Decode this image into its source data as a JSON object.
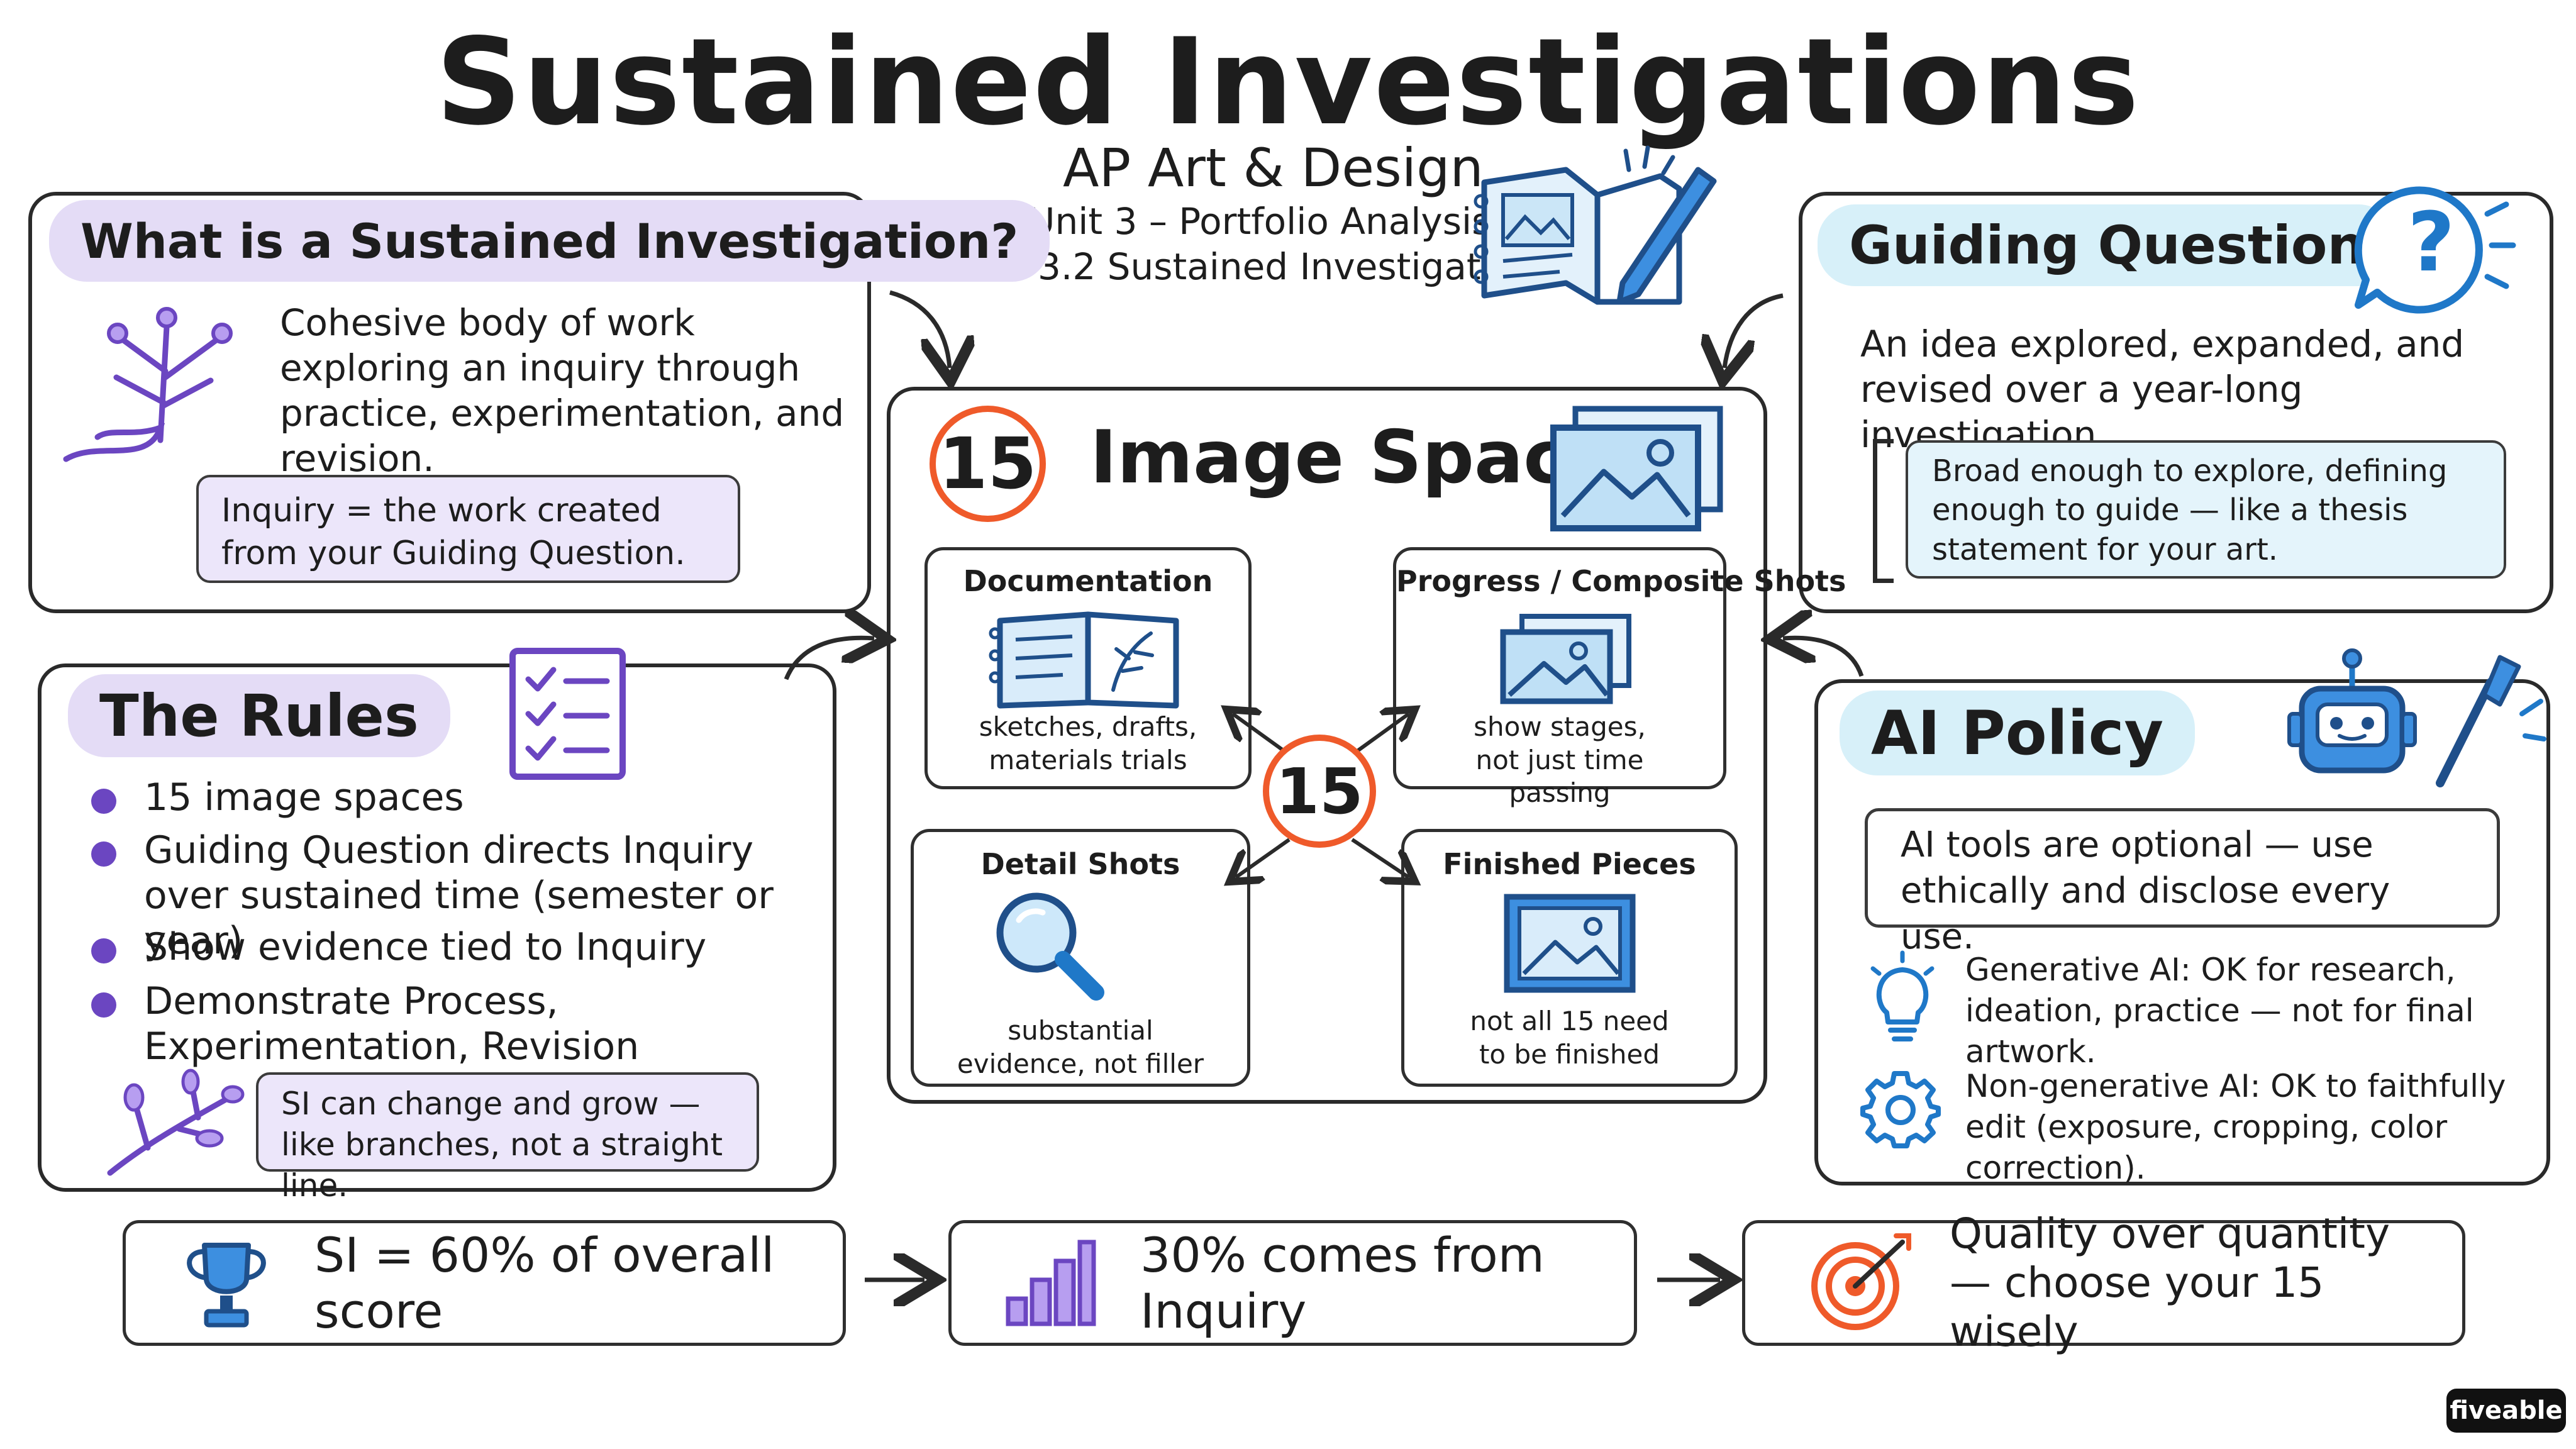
{
  "title": "Sustained Investigations",
  "subtitle": {
    "course": "AP Art & Design",
    "unit": "Unit 3 – Portfolio Analysis",
    "section": "3.2 Sustained Investigations"
  },
  "what_is": {
    "heading": "What is a Sustained Investigation?",
    "description": "Cohesive body of work exploring an inquiry through practice, experimentation, and revision.",
    "note": "Inquiry = the work created from your Guiding Question."
  },
  "guiding_question": {
    "heading": "Guiding Question",
    "description": "An idea explored, expanded, and revised over a year-long investigation.",
    "note": "Broad enough to explore, defining enough to guide — like a thesis statement for your art."
  },
  "image_spaces": {
    "count": "15",
    "heading": "Image Spaces",
    "center_count": "15",
    "cards": [
      {
        "title": "Documentation",
        "caption": "sketches, drafts, materials trials"
      },
      {
        "title": "Progress / Composite Shots",
        "caption": "show stages, not just time passing"
      },
      {
        "title": "Detail Shots",
        "caption": "substantial evidence, not filler"
      },
      {
        "title": "Finished Pieces",
        "caption": "not all 15 need to be finished"
      }
    ]
  },
  "rules": {
    "heading": "The Rules",
    "items": [
      "15 image spaces",
      "Guiding Question directs Inquiry over sustained time (semester or year)",
      "Show evidence tied to Inquiry",
      "Demonstrate Process, Experimentation, Revision"
    ],
    "note": "SI can change and grow — like branches, not a straight line."
  },
  "ai_policy": {
    "heading": "AI Policy",
    "note": "AI tools are optional — use ethically and disclose every use.",
    "items": [
      {
        "icon": "lightbulb-icon",
        "text": "Generative AI: OK for research, ideation, practice — not for final artwork."
      },
      {
        "icon": "gear-icon",
        "text": "Non-generative AI: OK to faithfully edit (exposure, cropping, color correction)."
      }
    ]
  },
  "bottom": [
    {
      "icon": "trophy-icon",
      "text": "SI = 60% of overall score"
    },
    {
      "icon": "bar-chart-icon",
      "text": "30% comes from Inquiry"
    },
    {
      "icon": "target-icon",
      "text": "Quality over quantity — choose your 15 wisely"
    }
  ],
  "brand": "fiveable",
  "colors": {
    "purple": "#6b46c1",
    "lavender": "#e7e0f8",
    "blue": "#1f78c8",
    "light_blue": "#dff3fb",
    "orange": "#ef5a2a"
  }
}
